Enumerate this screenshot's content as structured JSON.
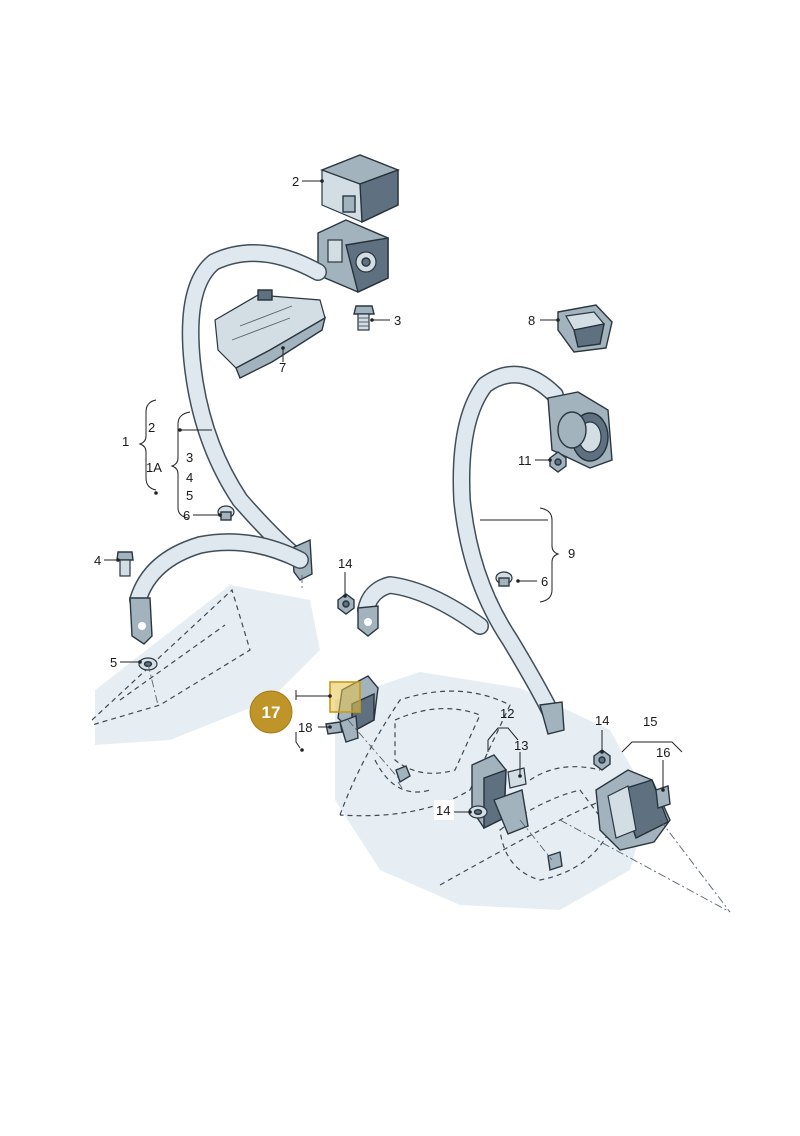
{
  "callouts": {
    "c1": "1",
    "c1a": "1A",
    "c2a": "2",
    "c2b": "2",
    "c3a": "3",
    "c3b": "3",
    "c4a": "4",
    "c4b": "4",
    "c5a": "5",
    "c5b": "5",
    "c6a": "6",
    "c6b": "6",
    "c7": "7",
    "c8": "8",
    "c9": "9",
    "c11": "11",
    "c12": "12",
    "c13": "13",
    "c14a": "14",
    "c14b": "14",
    "c14c": "14",
    "c15": "15",
    "c16": "16",
    "c18": "18"
  },
  "highlight": {
    "label": "17",
    "color": "#bf9529"
  }
}
